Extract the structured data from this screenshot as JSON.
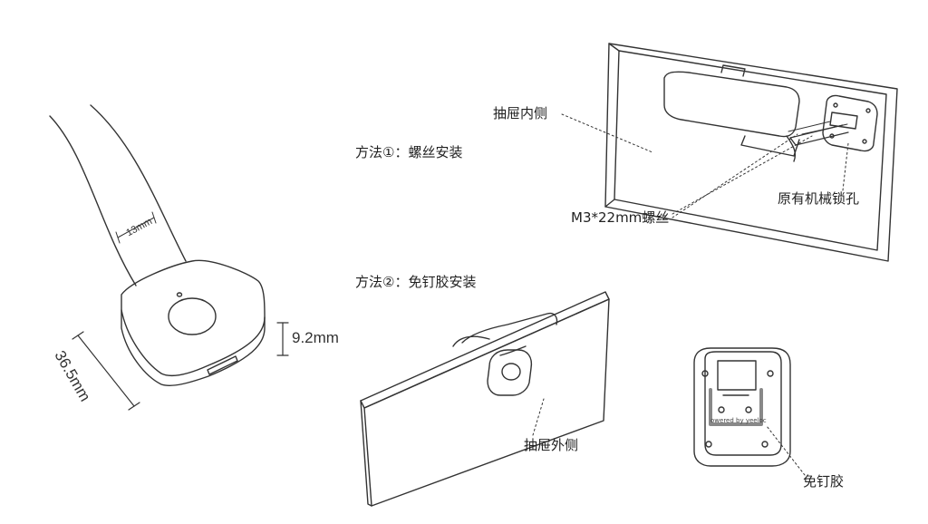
{
  "method1": {
    "title": "方法①：螺丝安装"
  },
  "method2": {
    "title": "方法②：免钉胶安装"
  },
  "callouts": {
    "drawer_inside": "抽屉内侧",
    "screw_spec": "M3*22mm螺丝",
    "lock_hole": "原有机械锁孔",
    "drawer_outside": "抽屉外侧",
    "adhesive": "免钉胶"
  },
  "dimensions": {
    "strap_width": "13mm",
    "thickness": "9.2mm",
    "body_width": "36.5mm"
  },
  "back_label": "owered by yeeloc"
}
